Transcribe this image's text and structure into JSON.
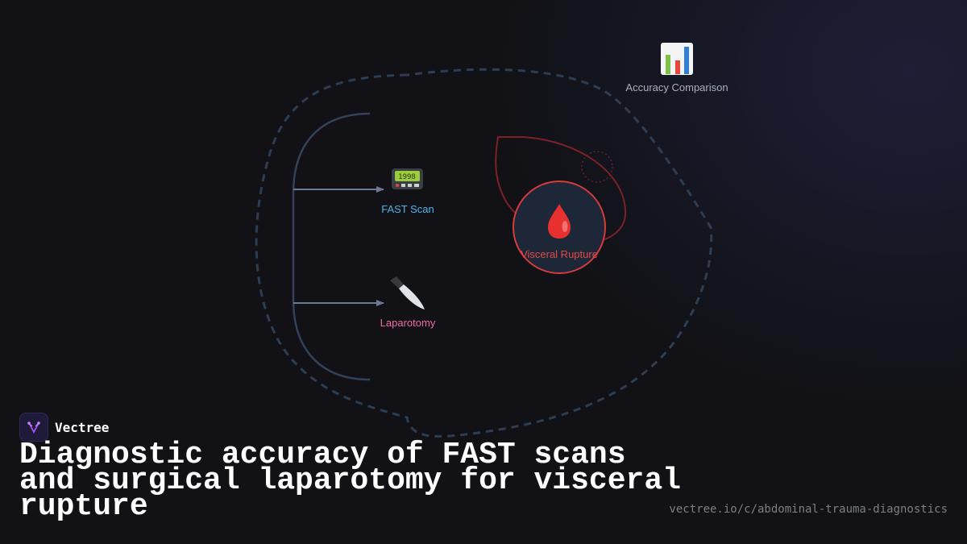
{
  "diagram": {
    "nodes": {
      "fast_scan": {
        "label": "FAST Scan",
        "icon": "pager-icon",
        "color": "#4fb3e8"
      },
      "laparotomy": {
        "label": "Laparotomy",
        "icon": "knife-icon",
        "color": "#f06aa8"
      },
      "visceral_rupture": {
        "label": "Visceral Rupture",
        "icon": "blood-drop-icon",
        "color": "#e24848"
      },
      "accuracy_comparison": {
        "label": "Accuracy Comparison",
        "icon": "bar-chart-icon",
        "color": "#a8b0bd"
      }
    }
  },
  "footer": {
    "brand": "Vectree",
    "title": "Diagnostic accuracy of FAST scans and surgical laparotomy for visceral rupture",
    "url": "vectree.io/c/abdominal-trauma-diagnostics"
  },
  "colors": {
    "background": "#111116",
    "dashed_outline": "#2f3d52",
    "bracket": "#33415a",
    "arrow": "#6b7a8f",
    "rupture_accent": "#d63b3b",
    "node_fill": "#1e2738"
  }
}
